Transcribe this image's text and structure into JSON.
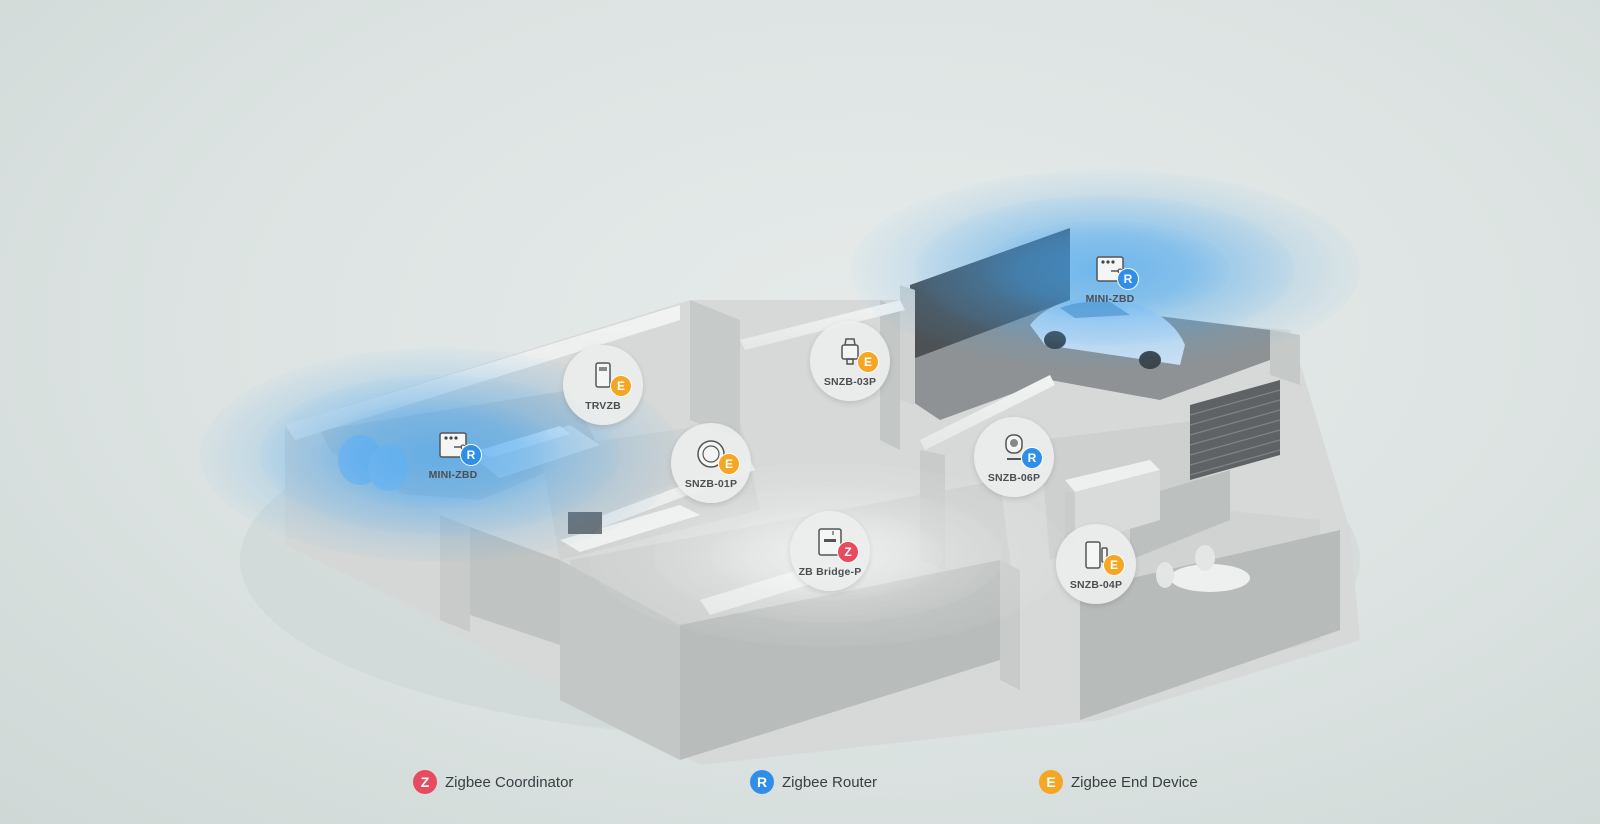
{
  "colors": {
    "coordinator": "#e84a5f",
    "router": "#2f8fe8",
    "end_device": "#f5a623",
    "signal_blue": "#3ea1ef"
  },
  "devices": [
    {
      "id": "mini-zbd-left",
      "label": "MINI-ZBD",
      "type": "router",
      "badge": "R",
      "icon": "switch-module-icon"
    },
    {
      "id": "trvzb",
      "label": "TRVZB",
      "type": "end_device",
      "badge": "E",
      "icon": "radiator-valve-icon"
    },
    {
      "id": "snzb-03p",
      "label": "SNZB-03P",
      "type": "end_device",
      "badge": "E",
      "icon": "motion-sensor-icon"
    },
    {
      "id": "snzb-01p",
      "label": "SNZB-01P",
      "type": "end_device",
      "badge": "E",
      "icon": "wireless-button-icon"
    },
    {
      "id": "zb-bridge-p",
      "label": "ZB Bridge-P",
      "type": "coordinator",
      "badge": "Z",
      "icon": "bridge-hub-icon"
    },
    {
      "id": "snzb-06p",
      "label": "SNZB-06P",
      "type": "router",
      "badge": "R",
      "icon": "presence-sensor-icon"
    },
    {
      "id": "snzb-04p",
      "label": "SNZB-04P",
      "type": "end_device",
      "badge": "E",
      "icon": "door-sensor-icon"
    },
    {
      "id": "mini-zbd-garage",
      "label": "MINI-ZBD",
      "type": "router",
      "badge": "R",
      "icon": "switch-module-icon"
    }
  ],
  "legend": [
    {
      "label": "Zigbee Coordinator",
      "badge": "Z",
      "type": "coordinator"
    },
    {
      "label": "Zigbee Router",
      "badge": "R",
      "type": "router"
    },
    {
      "label": "Zigbee End Device",
      "badge": "E",
      "type": "end_device"
    }
  ]
}
